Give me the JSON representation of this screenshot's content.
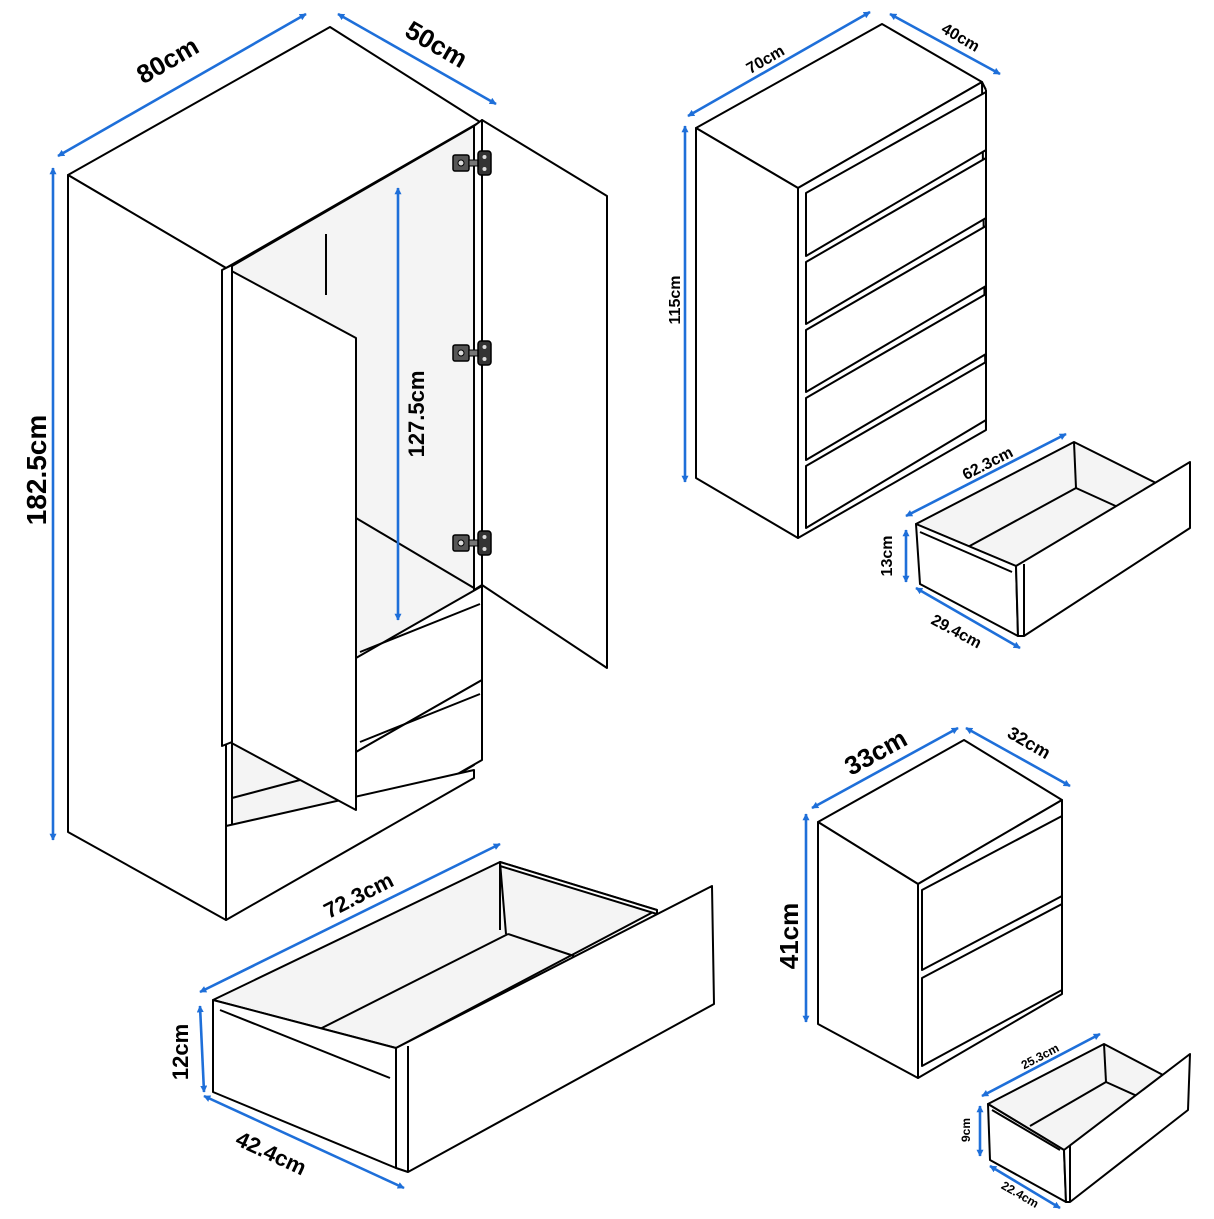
{
  "colors": {
    "dimension_line": "#1e6fd9",
    "outline": "#000000",
    "panel": "#ffffff"
  },
  "wardrobe": {
    "width": "80cm",
    "depth": "50cm",
    "height": "182.5cm",
    "hanging_height": "127.5cm",
    "hinge_icon": "hinge-icon",
    "drawer": {
      "width": "72.3cm",
      "height": "12cm",
      "depth": "42.4cm"
    }
  },
  "chest": {
    "width": "70cm",
    "depth": "40cm",
    "height": "115cm",
    "drawer": {
      "width": "62.3cm",
      "height": "13cm",
      "depth": "29.4cm"
    }
  },
  "bedside": {
    "width": "33cm",
    "depth": "32cm",
    "height": "41cm",
    "drawer": {
      "width": "25.3cm",
      "height": "9cm",
      "depth": "22.4cm"
    }
  }
}
